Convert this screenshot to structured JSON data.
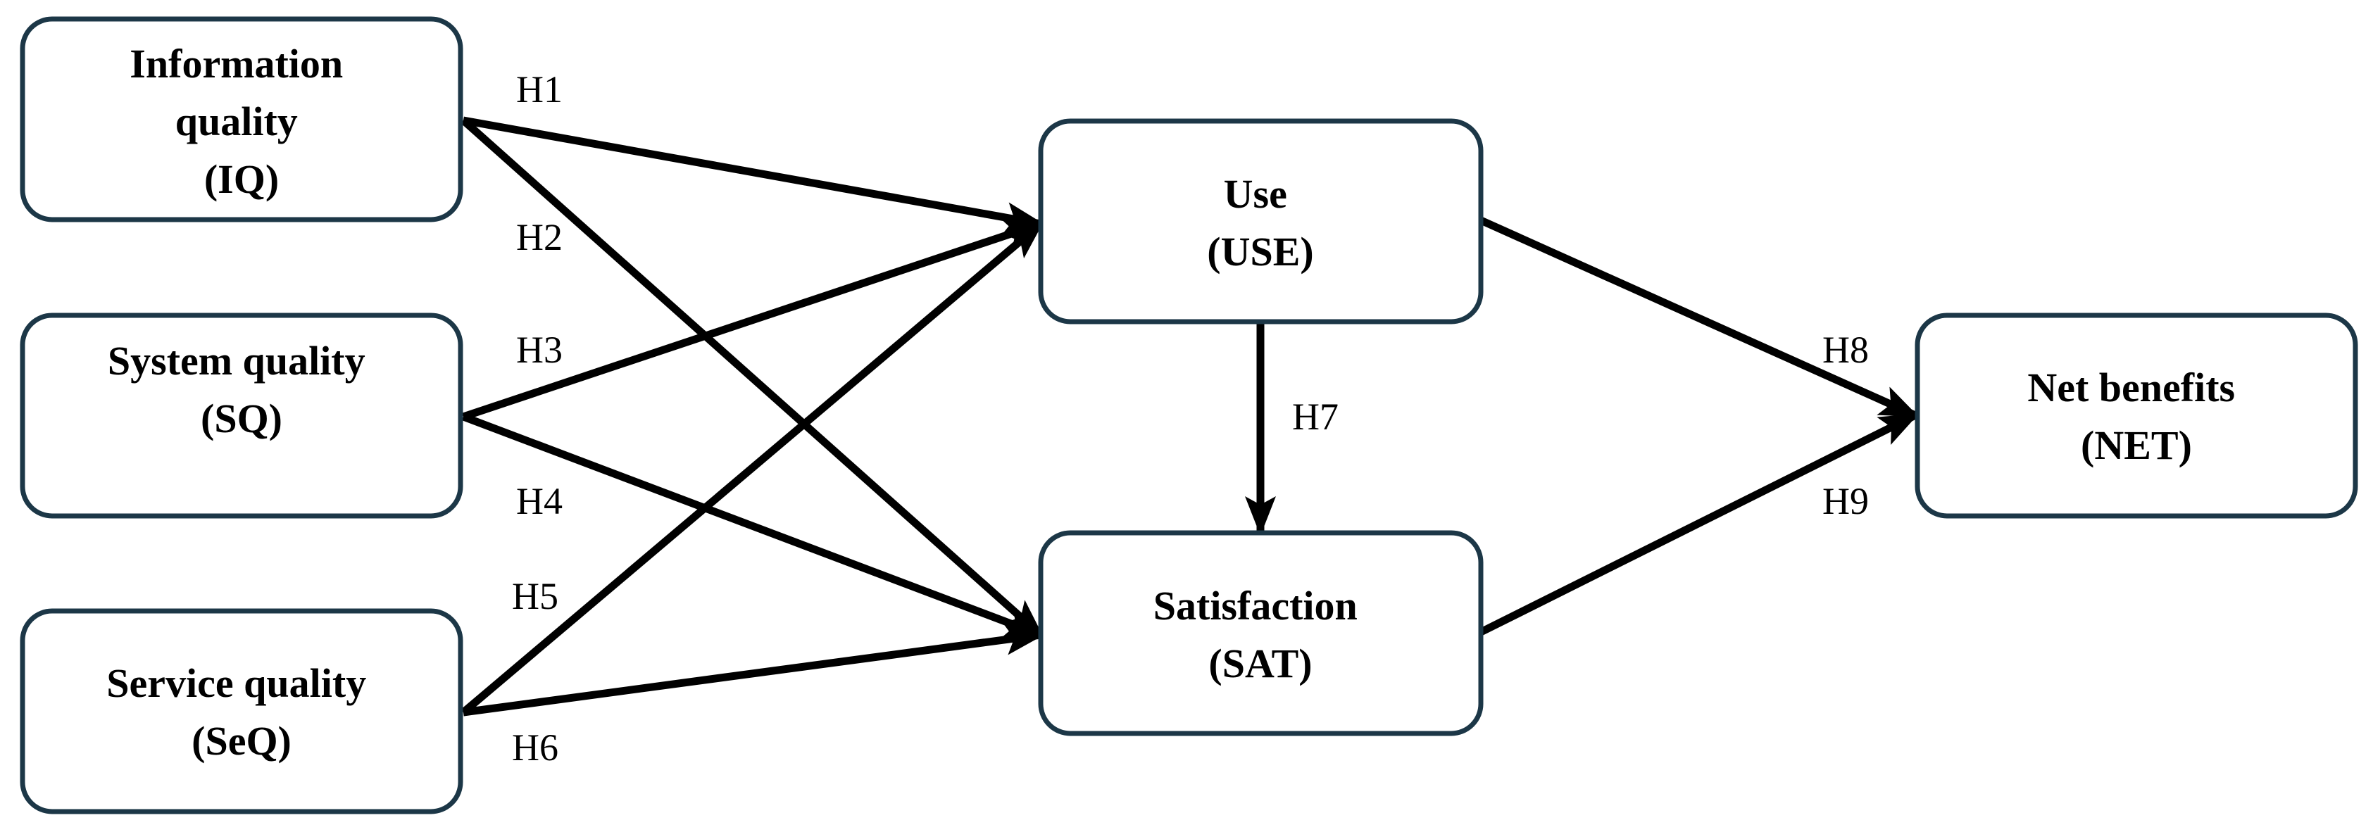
{
  "nodes": {
    "iq": {
      "lines": [
        "Information",
        "quality",
        "(IQ)"
      ]
    },
    "sq": {
      "lines": [
        "System quality",
        "(SQ)"
      ]
    },
    "seq": {
      "lines": [
        "Service quality",
        "(SeQ)"
      ]
    },
    "use": {
      "lines": [
        "Use",
        "(USE)"
      ]
    },
    "sat": {
      "lines": [
        "Satisfaction",
        "(SAT)"
      ]
    },
    "net": {
      "lines": [
        "Net benefits",
        "(NET)"
      ]
    }
  },
  "edges": [
    {
      "id": "h1",
      "from": "iq",
      "to": "use",
      "label": "H1"
    },
    {
      "id": "h2",
      "from": "iq",
      "to": "sat",
      "label": "H2"
    },
    {
      "id": "h3",
      "from": "sq",
      "to": "use",
      "label": "H3"
    },
    {
      "id": "h4",
      "from": "sq",
      "to": "sat",
      "label": "H4"
    },
    {
      "id": "h5",
      "from": "seq",
      "to": "use",
      "label": "H5"
    },
    {
      "id": "h6",
      "from": "seq",
      "to": "sat",
      "label": "H6"
    },
    {
      "id": "h7",
      "from": "use",
      "to": "sat",
      "label": "H7"
    },
    {
      "id": "h8",
      "from": "use",
      "to": "net",
      "label": "H8"
    },
    {
      "id": "h9",
      "from": "sat",
      "to": "net",
      "label": "H9"
    }
  ]
}
